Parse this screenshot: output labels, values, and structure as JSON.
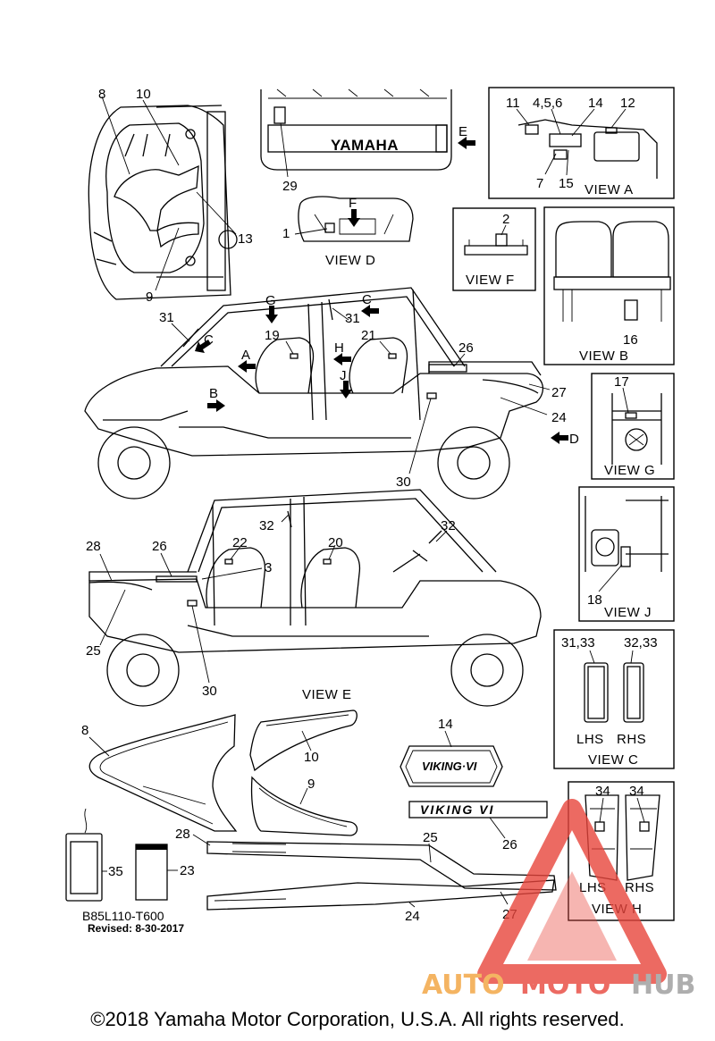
{
  "callouts": {
    "c1": "1",
    "c2": "2",
    "c3": "3",
    "c4": "4,5,6",
    "c7": "7",
    "c8": "8",
    "c8b": "8",
    "c9": "9",
    "c9b": "9",
    "c10": "10",
    "c10b": "10",
    "c11": "11",
    "c12": "12",
    "c13": "13",
    "c14": "14",
    "c14b": "14",
    "c15": "15",
    "c16": "16",
    "c17": "17",
    "c18": "18",
    "c19": "19",
    "c20": "20",
    "c21": "21",
    "c22": "22",
    "c23": "23",
    "c24": "24",
    "c24b": "24",
    "c25": "25",
    "c25b": "25",
    "c26": "26",
    "c26b": "26",
    "c26c": "26",
    "c27": "27",
    "c27b": "27",
    "c28": "28",
    "c28b": "28",
    "c29": "29",
    "c30": "30",
    "c30b": "30",
    "c31": "31",
    "c31b": "31",
    "c32": "32",
    "c32b": "32",
    "c3133": "31,33",
    "c3233": "32,33",
    "c34": "34",
    "c34b": "34",
    "c35": "35"
  },
  "arrows": {
    "A": "A",
    "B": "B",
    "C": "C",
    "C2": "C",
    "D": "D",
    "E": "E",
    "F": "F",
    "G": "G",
    "H": "H",
    "J": "J"
  },
  "views": {
    "a": "VIEW A",
    "b": "VIEW B",
    "c": "VIEW C",
    "d": "VIEW D",
    "e": "VIEW E",
    "f": "VIEW F",
    "g": "VIEW G",
    "h": "VIEW H",
    "j": "VIEW J"
  },
  "sides": {
    "lhs": "LHS",
    "rhs": "RHS",
    "lhs2": "LHS",
    "rhs2": "RHS"
  },
  "decal_text": {
    "yamaha": "YAMAHA"
  },
  "part_number": "B85L110-T600",
  "revised": "Revised: 8-30-2017",
  "copyright": "©2018 Yamaha Motor Corporation, U.S.A. All rights reserved.",
  "watermark": {
    "auto": "AUTO",
    "moto": "MOTO",
    "hub": "HUB"
  },
  "colors": {
    "watermark_red": "#e8453c",
    "watermark_orange": "#f2a23c",
    "watermark_gray": "#9a9a9a"
  }
}
